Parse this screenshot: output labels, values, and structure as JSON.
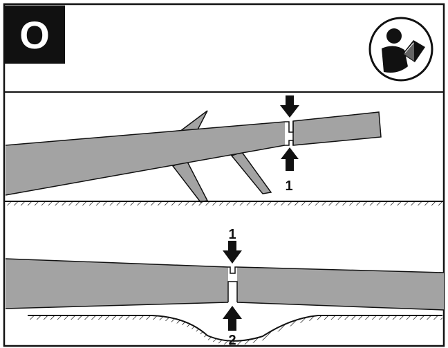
{
  "panel_letter": "O",
  "icons": {
    "manual": "read-manual-icon"
  },
  "colors": {
    "header_bg": "#111111",
    "header_text": "#ffffff",
    "log_fill": "#a3a3a3",
    "outline": "#111111",
    "arrow": "#111111"
  },
  "top_panel": {
    "label": "1"
  },
  "bottom_panel": {
    "label_top": "1",
    "label_bottom": "2"
  }
}
